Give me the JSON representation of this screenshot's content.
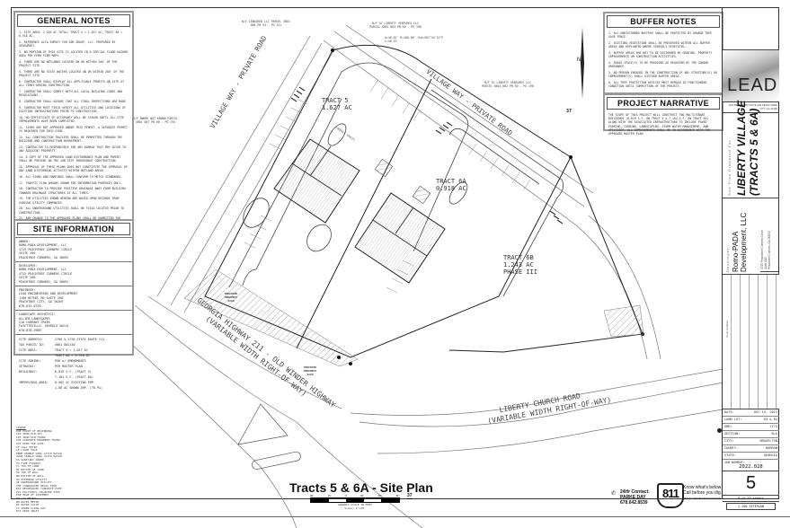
{
  "sheet": {
    "plan_title": "Tracts 5 & 6A - Site Plan",
    "scale": {
      "ticks": [
        "30'",
        "15'",
        "0",
        "30'",
        "60'",
        "90'"
      ],
      "caption": "GRAPHIC SCALE IN FEET",
      "ratio": "Scale: 1\"=30'",
      "callout": "37"
    },
    "north_arrow": "N"
  },
  "general_notes": {
    "title": "GENERAL NOTES",
    "items": [
      "1. SITE AREA: 2.545 AC TOTAL; TRACT 5 = 1.627 AC; TRACT 6A = 0.918 AC.",
      "2. REFERENCE ALTA SURVEY FOR SDR GROUP, LLC. PREPARED BY GEOSURVEY.",
      "3. NO PORTION OF THIS SITE IS LOCATED IN A SPECIAL FLOOD HAZARD AREA PER FEMA FIRM MAPS.",
      "4. THERE ARE NO WETLANDS LOCATED ON OR WITHIN 200' OF THE PROJECT SITE.",
      "5. THERE ARE NO STATE WATERS LOCATED ON OR WITHIN 200' OF THE PROJECT SITE.",
      "6. CONTRACTOR SHALL DISPLAY ALL APPLICABLE PERMITS ON SITE AT ALL TIMES DURING CONSTRUCTION.",
      "7. CONTRACTOR SHALL COMPLY WITH ALL LOCAL BUILDING CODES AND REGULATIONS.",
      "8. CONTRACTOR SHALL ASSURE THAT ALL FINAL INSPECTIONS ARE MADE.",
      "9. CONTRACTOR MUST FIELD VERIFY ALL UTILITIES AND LOCATIONS OF EXISTING INFRASTRUCTURE PRIOR TO CONSTRUCTION.",
      "10. NO CERTIFICATE OF OCCUPANCY WILL BE ISSUED UNTIL ALL SITE IMPROVEMENTS HAVE BEEN COMPLETED.",
      "11. SIGNS ARE NOT APPROVED UNDER THIS PERMIT. A SEPARATE PERMIT IS REQUIRED FOR EACH SIGN.",
      "12. ALL CONSTRUCTION TRAILERS SHALL BE PERMITTED THROUGH THE BUILDING AND CONSTRUCTION DEPARTMENT.",
      "13. CONTRACTOR IS RESPONSIBLE FOR ANY DAMAGE THAT MAY OCCUR TO ANY ADJACENT PROPERTY.",
      "14. A COPY OF THE APPROVED LAND DISTURBANCE PLAN AND PERMIT SHALL BE PRESENT ON THE JOB SITE THROUGHOUT CONSTRUCTION.",
      "15. APPROVAL OF THESE PLANS DOES NOT CONSTITUTE THE APPROVAL OF ANY LAND DISTURBING ACTIVITY WITHIN WETLAND AREAS.",
      "16. ALL SIGNS AND MARKINGS SHALL CONFORM TO MUTCD STANDARDS.",
      "17. TRAFFIC FLOW ARROWS SHOWN FOR INFORMATION PURPOSES ONLY.",
      "18. CONTRACTOR TO PROVIDE POSITIVE DRAINAGE AWAY FROM BUILDING TOWARDS DRAINAGE STRUCTURES AT ALL TIMES.",
      "19. THE UTILITIES SHOWN HEREON ARE BASED UPON RECORDS FROM VARIOUS UTILITY COMPANIES.",
      "20. ALL UNDERGROUND UTILITIES SHALL BE FIELD LOCATED PRIOR TO CONSTRUCTION.",
      "21. ANY CHANGE TO THE APPROVED PLANS SHALL BE SUBMITTED FOR REVIEW AND APPROVAL PRIOR TO IMPLEMENTATION."
    ]
  },
  "site_information": {
    "title": "SITE INFORMATION",
    "owner": [
      "OWNER:",
      "ROMO-PADA DEVELOPMENT, LLC",
      "4725 PEACHTREE CORNERS CIRCLE",
      "SUITE 200",
      "PEACHTREE CORNERS, GA 30092"
    ],
    "developer": [
      "DEVELOPER:",
      "ROMO-PADA DEVELOPMENT, LLC",
      "4725 PEACHTREE CORNERS CIRCLE",
      "SUITE 200",
      "PEACHTREE CORNERS, GA 30092"
    ],
    "engineer": [
      "ENGINEER:",
      "LEAD ENGINEERING AND DEVELOPMENT",
      "1100 BETHEL RD SUITE 200",
      "PEACHTREE CITY, GA 30269",
      "678-632-0720"
    ],
    "landscape": [
      "LANDSCAPE ARCHITECT:",
      "ALLIED LANDSCAPES",
      "210 CURRANT CREEK",
      "FAYETTEVILLE, GEORGIA 30215",
      "678-878-3986"
    ],
    "fields": [
      {
        "k": "SITE ADDRESS:",
        "v": [
          "2760 & 2720 STATE ROUTE 211"
        ]
      },
      {
        "k": "TAX PARCEL ID:",
        "v": [
          "XB01 002130"
        ]
      },
      {
        "k": "SITE AREA:",
        "v": [
          "TRACT 5 = 1.627 AC",
          "TRACT 6A = 0.918 AC"
        ]
      },
      {
        "k": "SITE ZONING:",
        "v": [
          "PUD w/ AMENDMENTS"
        ]
      },
      {
        "k": "SETBACKS:",
        "v": [
          "PER MASTER PLAN"
        ]
      },
      {
        "k": "BUILDINGS:",
        "v": [
          "6,819 S.F. (TRACT 5)",
          "7,184 S.F. (TRACT 6A)"
        ]
      },
      {
        "k": "IMPERVIOUS AREA:",
        "v": [
          "0.902 AC EXISTING IMP.",
          "1.80 AC SHOWN IMP. (78.9%)"
        ]
      }
    ]
  },
  "legend": {
    "title": "LEGEND",
    "items": [
      "POB  POINT OF BEGINNING",
      "IPS  IRON PIN SET",
      "IPF  IRON PIN FOUND",
      "CMF  CONCRETE MONUMENT FOUND",
      "OTP  OPEN TOP PIPE",
      "CP   CALC POINT",
      "LP   LIGHT POLE",
      "DBWM DOUBLE WING CATCH BASIN",
      "SWCB SINGLE WING CATCH BASIN",
      "SS   SANITARY SEWER",
      "FH   FIRE HYDRANT",
      "TC   TOP OF CURB",
      "BC   BOTTOM OF CURB",
      "TW   TOP OF WALL",
      "BW   BOTTOM OF WALL",
      "OU   OVERHEAD UTILITY",
      "UE   UNDERGROUND UTILITY",
      "CMP  CORRUGATED METAL PIPE",
      "RCP  REINFORCED CONCRETE PIPE",
      "PVC  POLYVINYL CHLORIDE PIPE",
      "EOP  EDGE OF PAVEMENT",
      "GM   GAS METER",
      "WM   WATER METER",
      "WV   WATER VALVE",
      "CO   SEWER CLEAN-OUT",
      "DYI  DROP INLET"
    ]
  },
  "buffer_notes": {
    "title": "BUFFER NOTES",
    "items": [
      "1. ALL UNDISTURBED BUFFERS SHALL BE PROTECTED BY ORANGE TREE SAVE FENCE.",
      "2. EXISTING VEGETATION SHALL BE PRESERVED WITHIN ALL BUFFER AREAS AND REPLANTED WHERE SPARSELY VEGETATED.",
      "3. BUFFER AREAS ARE NOT TO BE DISTURBED BY GRADING, PROPERTY IMPROVEMENTS OR CONSTRUCTION ACTIVITIES.",
      "4. GRASS SPACE(S) TO BE PROVIDED AS REQUIRED BY THE ZONING ORDINANCE.",
      "5. NO PERSON ENGAGED IN THE CONSTRUCTION OF ANY STRUCTURE(S) OR IMPROVEMENT(S) SHALL DISTURB BUFFER AREAS.",
      "6. ALL TREE PROTECTION DEVICES MUST REMAIN IN FUNCTIONING CONDITION UNTIL COMPLETION OF THE PROJECT."
    ]
  },
  "project_narrative": {
    "title": "PROJECT NARRATIVE",
    "text": "THE SCOPE OF THIS PROJECT WILL CONSTRUCT TWO MULTITENANT BUILDINGS (6,819 S.F. ON TRACT 5 & 7,184 S.F. ON TRACT 6A) ALONG WITH THE ASSOCIATED INFRASTRUCTURE TO INCLUDE PAVED PARKING, CURBING, LANDSCAPING, STORM WATER MANAGEMENT, AND UTILITIES. ALL IMPROVEMENTS SHALL BE IN ACCORDANCE WITH THE APPROVED MASTER PLAN."
  },
  "title_block": {
    "firm": {
      "name": "LEAD",
      "address": "1100 BETHEL RD SUITE 200 PEACHTREE CITY, GA 30269"
    },
    "prepared_for_label": "Site Plan Prepared For:",
    "project_name_line1": "LIBERTY VILLAGE",
    "project_name_line2": "(TRACTS 5 & 6A)",
    "developer_label": "Developer:",
    "developer_name_line1": "Romo-PADA",
    "developer_name_line2": "Development, LLC",
    "developer_address": [
      "4725 Peachtree Corners Circle",
      "Suite 200",
      "Peachtree Corners, GA 30092"
    ],
    "revisions_label": "Issue Updates",
    "rows": [
      {
        "k": "DATE:",
        "v": "DEC 15, 2023"
      },
      {
        "k": "LAND LOT:",
        "v": "83 & 84"
      },
      {
        "k": "GMD:",
        "v": "1774"
      },
      {
        "k": "SECTION:",
        "v": "N/A"
      },
      {
        "k": "CITY:",
        "v": "BRASELTON"
      },
      {
        "k": "COUNTY:",
        "v": "BARROW"
      },
      {
        "k": "STATE:",
        "v": "GEORGIA"
      }
    ],
    "job_number_label": "JOB NUMBER:",
    "job_number": "2022.028",
    "sheet_number": "5",
    "sheet_of": "5 of 22 sheets",
    "sheet_ref": "C-100 SITEPLAN"
  },
  "contact": {
    "line1": "24Hr Contact:",
    "line2": "PARKE DAY",
    "line3": "678.642.8539"
  },
  "call811": {
    "number": "811",
    "line1": "Know what's below",
    "line2": "Call before you dig.",
    "line3": "UTILITY PROTECTION CENTER"
  },
  "plan": {
    "tract5_name": "TRACT 5",
    "tract5_area": "1.627 AC",
    "tract6a_name": "TRACT 6A",
    "tract6a_area": "0.918 AC",
    "tract6b_name": "TRACT 6B",
    "tract6b_area": "1.243 AC",
    "tract6b_phase": "PHASE III",
    "road_village_w": "VILLAGE WAY - PRIVATE ROAD",
    "road_village_n": "VILLAGE WAY - PRIVATE ROAD",
    "road_hwy_1": "GEORGIA HIGHWAY 211 - OLD WINDER HIGHWAY",
    "road_hwy_2": "(VARIABLE WIDTH RIGHT-OF-WAY)",
    "road_liberty_1": "LIBERTY CHURCH ROAD",
    "road_liberty_2": "(VARIABLE WIDTH RIGHT-OF-WAY)",
    "adj_1": "N/F LENOIRED LLC PARCEL XB01 004 PB 54 - PG 141",
    "adj_2": "N/F SC LIBERTY VENTURES LLC PARCEL XB01 003 PB 60 - PG 198",
    "adj_3": "N/F SC LIBERTY VENTURES LLC PARCEL XB01 002 PB 60 - PG 198",
    "adj_4": "N/F OWNER NOT KNOWN PARCEL XB01 007 PB 60 - PG 194",
    "curve_1": "A=40.81' R=100.00' Chd=S81°44'12\"E L=40.53'",
    "monument_1": "PROPOSED MONUMENT SIGN",
    "monument_2": "PROPOSED MONUMENT SIGN",
    "compact": "COMPACT SPACES",
    "callout": "37"
  }
}
